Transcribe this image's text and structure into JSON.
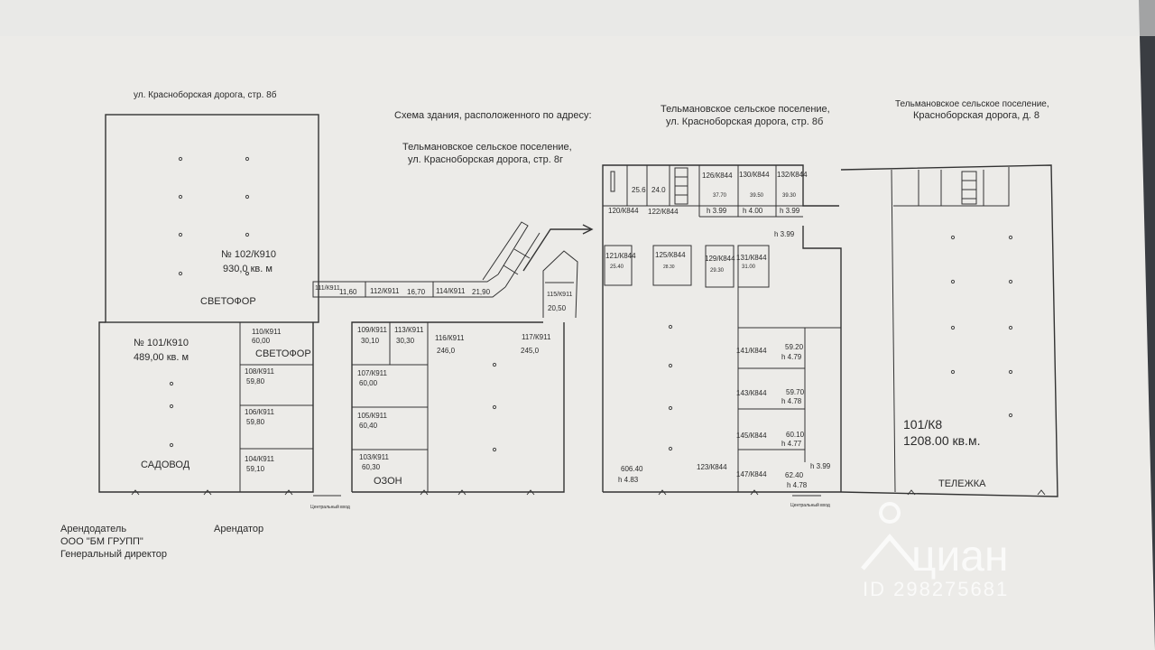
{
  "header": {
    "address_top_left": "ул. Красноборская дорога, стр. 8б",
    "scheme_title": "Схема здания, расположенного по адресу:",
    "scheme_address_line1": "Тельмановское сельское поселение,",
    "scheme_address_line2": "ул. Красноборская дорога, стр. 8г",
    "mid_address_line1": "Тельмановское сельское поселение,",
    "mid_address_line2": "ул. Красноборская дорога, стр. 8б",
    "right_address_line1": "Тельмановское сельское поселение,",
    "right_address_line2": "Красноборская дорога, д. 8"
  },
  "rooms_left": {
    "r102_label": "№ 102/К910",
    "r102_area": "930,0 кв. м",
    "svetofor_1": "СВЕТОФОР",
    "r101_label": "№ 101/К910",
    "r101_area": "489,00 кв. м",
    "sadovod": "САДОВОД",
    "r110_label": "110/К911",
    "r110_area": "60,00",
    "svetofor_2": "СВЕТОФОР",
    "r108_label": "108/К911",
    "r108_area": "59,80",
    "r106_label": "106/К911",
    "r106_area": "59,80",
    "r104_label": "104/К911",
    "r104_area": "59,10"
  },
  "corridor": {
    "r111_label": "111/К911",
    "r111_area": "11,60",
    "r112_label": "112/К911",
    "r112_area": "16,70",
    "r114_label": "114/К911",
    "r114_area": "21,90",
    "r115_label": "115/К911",
    "r115_area": "20,50"
  },
  "rooms_mid": {
    "r109_label": "109/К911",
    "r109_area": "30,10",
    "r113_label": "113/К911",
    "r113_area": "30,30",
    "r116_label": "116/К911",
    "r116_area": "246,0",
    "r117_label": "117/К911",
    "r117_area": "245,0",
    "r107_label": "107/К911",
    "r107_area": "60,00",
    "r105_label": "105/К911",
    "r105_area": "60,40",
    "r103_label": "103/К911",
    "r103_area": "60,30",
    "ozon": "ОЗОН"
  },
  "rooms_right": {
    "a_25_6": "25.6",
    "a_24_0": "24.0",
    "r120_label": "120/К844",
    "r122_label": "122/К844",
    "r126_label": "126/К844",
    "r126_area": "37.70",
    "r130_label": "130/К844",
    "r130_area": "39.50",
    "r132_label": "132/К844",
    "r132_area": "39.30",
    "h_399_a": "h 3.99",
    "h_400": "h 4.00",
    "h_399_b": "h 3.99",
    "h_399_c": "h 3.99",
    "r121_label": "121/К844",
    "r121_area": "25.40",
    "r125_label": "125/К844",
    "r125_area": "28.30",
    "r129_label": "129/К844",
    "r129_area": "29.30",
    "r131_label": "131/К844",
    "r131_area": "31.00",
    "r141_label": "141/К844",
    "r141_area": "59.20",
    "r141_h": "h 4.79",
    "r143_label": "143/К844",
    "r143_area": "59.70",
    "r143_h": "h 4.78",
    "r145_label": "145/К844",
    "r145_area": "60.10",
    "r145_h": "h 4.77",
    "r147_label": "147/К844",
    "r147_area": "62.40",
    "r147_h": "h 4.78",
    "h_399_d": "h 3.99",
    "big_area": "606.40",
    "big_h": "h 4.83",
    "r123_label": "123/К844"
  },
  "rooms_far_right": {
    "r101k8_label": "101/К8",
    "r101k8_area": "1208.00 кв.м.",
    "telezhka": "ТЕЛЕЖКА"
  },
  "entrances": {
    "central_left": "Центральный вход",
    "central_right": "Центральный вход"
  },
  "signatures": {
    "landlord_title": "Арендодатель",
    "landlord_org": "ООО \"БМ ГРУПП\"",
    "landlord_role": "Генеральный директор",
    "tenant_title": "Арендатор"
  },
  "watermark": {
    "brand": "циан",
    "id_text": "ID 298275681"
  },
  "colors": {
    "paper": "#ecebe8",
    "ink": "#2a2a2a",
    "watermark": "#ffffff"
  }
}
